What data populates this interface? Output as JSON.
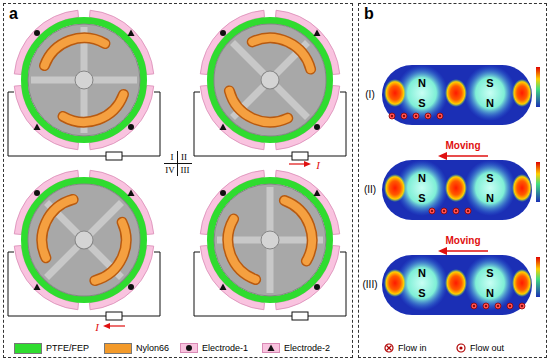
{
  "diagram": {
    "nodes": [
      {
        "text": [
          "a"
        ]
      },
      {
        "text": [
          "b"
        ]
      }
    ],
    "labels": [
      "I",
      "II",
      "III",
      "IV",
      "I",
      "I",
      "(I)",
      "N",
      "S",
      "S",
      "N",
      "(II)",
      "Moving",
      "N",
      "S",
      "S",
      "N",
      "(III)",
      "Moving",
      "N",
      "S",
      "S",
      "N"
    ],
    "legend": [
      {
        "text": "PTFE/FEP",
        "color": "#2fdc2f"
      },
      {
        "text": "Nylon66",
        "color": "#f39a2a"
      },
      {
        "text": "Electrode-1"
      },
      {
        "text": "Electrode-2"
      },
      {
        "text": "Flow in"
      },
      {
        "text": "Flow out"
      }
    ]
  }
}
